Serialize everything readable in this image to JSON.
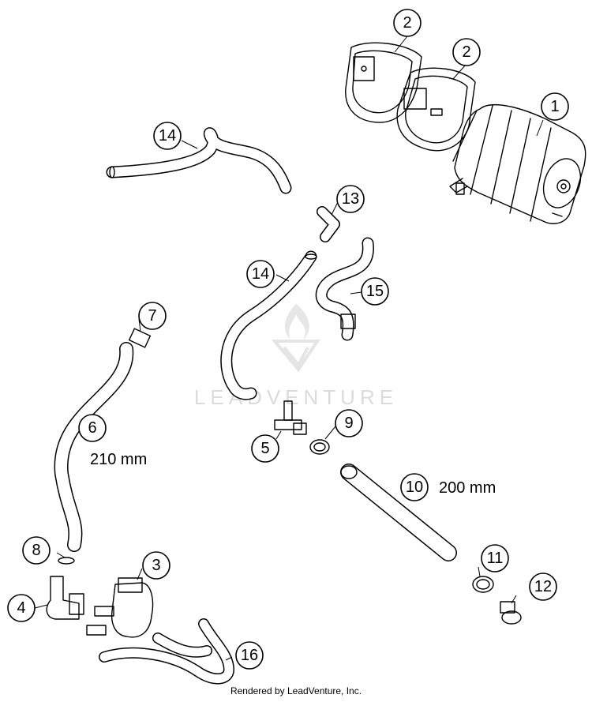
{
  "callouts": [
    {
      "label": "1"
    },
    {
      "label": "2"
    },
    {
      "label": "2"
    },
    {
      "label": "14"
    },
    {
      "label": "13"
    },
    {
      "label": "14"
    },
    {
      "label": "15"
    },
    {
      "label": "7"
    },
    {
      "label": "6"
    },
    {
      "label": "9"
    },
    {
      "label": "5"
    },
    {
      "label": "10"
    },
    {
      "label": "8"
    },
    {
      "label": "3"
    },
    {
      "label": "4"
    },
    {
      "label": "11"
    },
    {
      "label": "12"
    },
    {
      "label": "16"
    }
  ],
  "dimensions": {
    "hose_6_length": "210 mm",
    "hose_10_length": "200 mm"
  },
  "watermark": {
    "brand": "LEADVENTURE"
  },
  "footer": {
    "credit": "Rendered by LeadVenture, Inc."
  }
}
